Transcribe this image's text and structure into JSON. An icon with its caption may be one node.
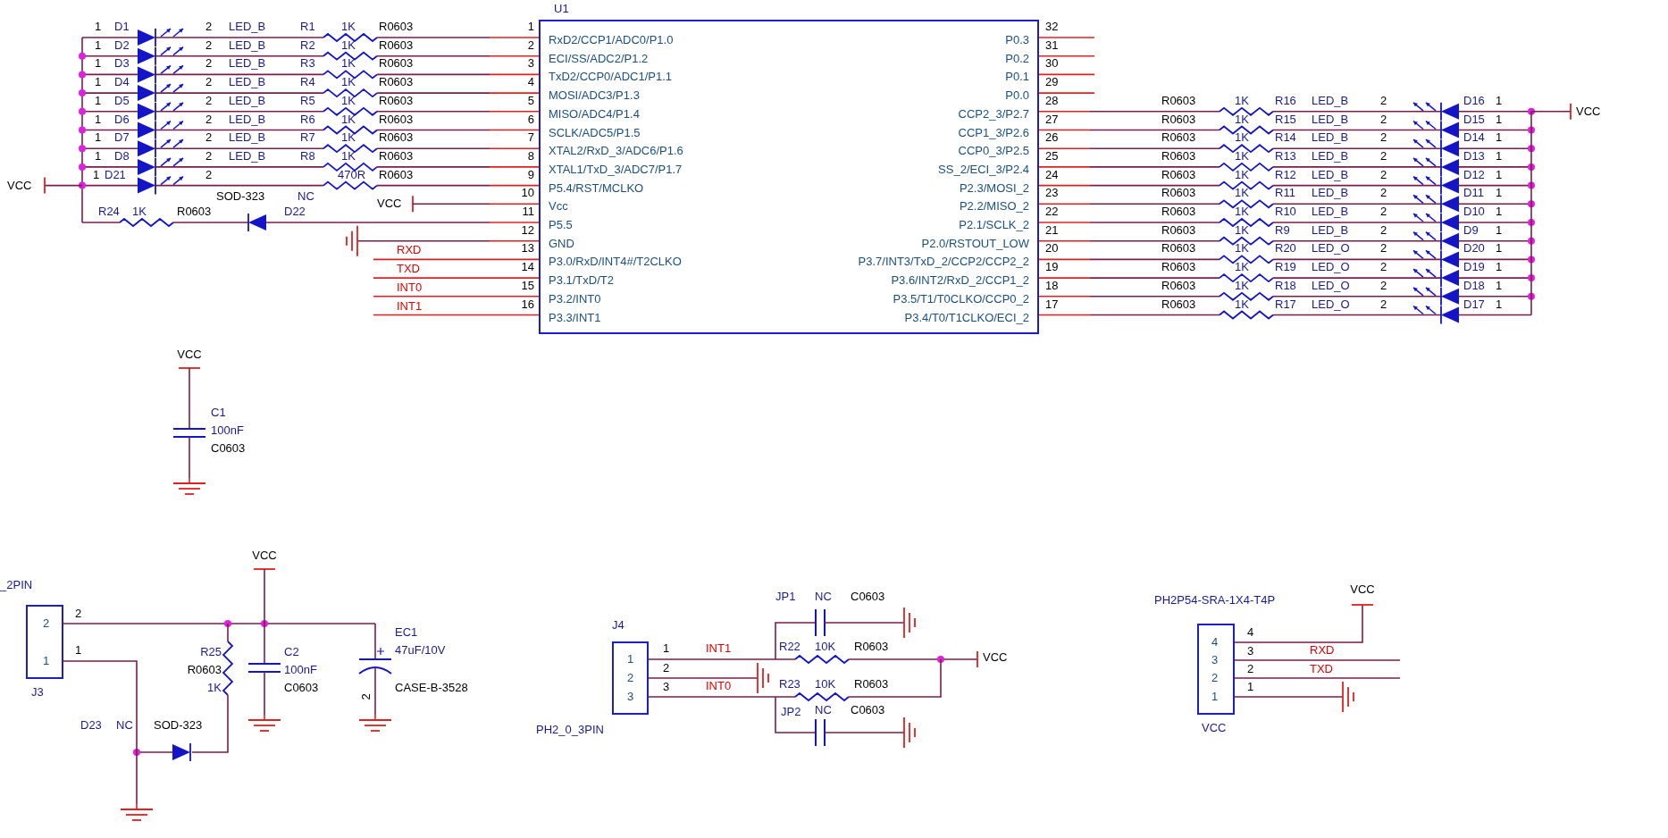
{
  "diagram": {
    "nodes": [
      {
        "text": [
          "U1",
          "RxD2/CCP1/ADC0/P1.0",
          "ECI/SS/ADC2/P1.2",
          "TxD2/CCP0/ADC1/P1.1",
          "MOSI/ADC3/P1.3",
          "MISO/ADC4/P1.4",
          "SCLK/ADC5/P1.5",
          "XTAL2/RxD_3/ADC6/P1.6",
          "XTAL1/TxD_3/ADC7/P1.7",
          "P5.4/RST/MCLKO",
          "Vcc",
          "P5.5",
          "GND",
          "P3.0/RxD/INT4#/T2CLKO",
          "P3.1/TxD/T2",
          "P3.2/INT0",
          "P3.3/INT1",
          "P0.3",
          "P0.2",
          "P0.1",
          "P0.0",
          "CCP2_3/P2.7",
          "CCP1_3/P2.6",
          "CCP0_3/P2.5",
          "SS_2/ECI_3/P2.4",
          "P2.3/MOSI_2",
          "P2.2/MISO_2",
          "P2.1/SCLK_2",
          "P2.0/RSTOUT_LOW",
          "P3.7/INT3/TxD_2/CCP2/CCP2_2",
          "P3.6/INT2/RxD_2/CCP1_2",
          "P3.5/T1/T0CLKO/CCP0_2",
          "P3.4/T0/T1CLKO/ECI_2"
        ]
      },
      {
        "text": [
          "_2PIN",
          "2",
          "1",
          "J3"
        ]
      },
      {
        "text": [
          "J4",
          "1",
          "2",
          "3",
          "PH2_0_3PIN"
        ]
      },
      {
        "text": [
          "PH2P54-SRA-1X4-T4P",
          "4",
          "3",
          "2",
          "1",
          "VCC"
        ]
      }
    ],
    "labels": [
      "1",
      "D1",
      "2",
      "LED_B",
      "R1",
      "1K",
      "R0603",
      "1",
      "1",
      "D2",
      "2",
      "LED_B",
      "R2",
      "1K",
      "R0603",
      "2",
      "1",
      "D3",
      "2",
      "LED_B",
      "R3",
      "1K",
      "R0603",
      "3",
      "1",
      "D4",
      "2",
      "LED_B",
      "R4",
      "1K",
      "R0603",
      "4",
      "1",
      "D5",
      "2",
      "LED_B",
      "R5",
      "1K",
      "R0603",
      "5",
      "1",
      "D6",
      "2",
      "LED_B",
      "R6",
      "1K",
      "R0603",
      "6",
      "1",
      "D7",
      "2",
      "LED_B",
      "R7",
      "1K",
      "R0603",
      "7",
      "1",
      "D8",
      "2",
      "LED_B",
      "R8",
      "1K",
      "R0603",
      "8",
      "1",
      "D21",
      "2",
      "470R",
      "R0603",
      "9",
      "SOD-323",
      "NC",
      "VCC",
      "10",
      "VCC",
      "R24",
      "1K",
      "R0603",
      "D22",
      "11",
      "12",
      "RXD",
      "13",
      "TXD",
      "14",
      "INT0",
      "15",
      "INT1",
      "16",
      "32",
      "31",
      "30",
      "29",
      "28",
      "R0603",
      "1K",
      "R16",
      "LED_B",
      "2",
      "D16",
      "1",
      "27",
      "R0603",
      "1K",
      "R15",
      "LED_B",
      "2",
      "D15",
      "1",
      "26",
      "R0603",
      "1K",
      "R14",
      "LED_B",
      "2",
      "D14",
      "1",
      "25",
      "R0603",
      "1K",
      "R13",
      "LED_B",
      "2",
      "D13",
      "1",
      "24",
      "R0603",
      "1K",
      "R12",
      "LED_B",
      "2",
      "D12",
      "1",
      "23",
      "R0603",
      "1K",
      "R11",
      "LED_B",
      "2",
      "D11",
      "1",
      "22",
      "R0603",
      "1K",
      "R10",
      "LED_B",
      "2",
      "D10",
      "1",
      "21",
      "R0603",
      "1K",
      "R9",
      "LED_B",
      "2",
      "D9",
      "1",
      "20",
      "R0603",
      "1K",
      "R20",
      "LED_O",
      "2",
      "D20",
      "1",
      "19",
      "R0603",
      "1K",
      "R19",
      "LED_O",
      "2",
      "D19",
      "1",
      "18",
      "R0603",
      "1K",
      "R18",
      "LED_O",
      "2",
      "D18",
      "1",
      "17",
      "R0603",
      "1K",
      "R17",
      "LED_O",
      "2",
      "D17",
      "1",
      "VCC",
      "VCC",
      "C1",
      "100nF",
      "C0603",
      "2",
      "1",
      "VCC",
      "R25",
      "R0603",
      "1K",
      "C2",
      "100nF",
      "C0603",
      "EC1",
      "47uF/10V",
      "2",
      "CASE-B-3528",
      "D23",
      "NC",
      "SOD-323",
      "1",
      "2",
      "3",
      "INT1",
      "INT0",
      "JP1",
      "NC",
      "C0603",
      "R22",
      "10K",
      "R0603",
      "VCC",
      "R23",
      "10K",
      "R0603",
      "JP2",
      "NC",
      "C0603",
      "4",
      "3",
      "2",
      "1",
      "RXD",
      "TXD",
      "VCC"
    ]
  }
}
